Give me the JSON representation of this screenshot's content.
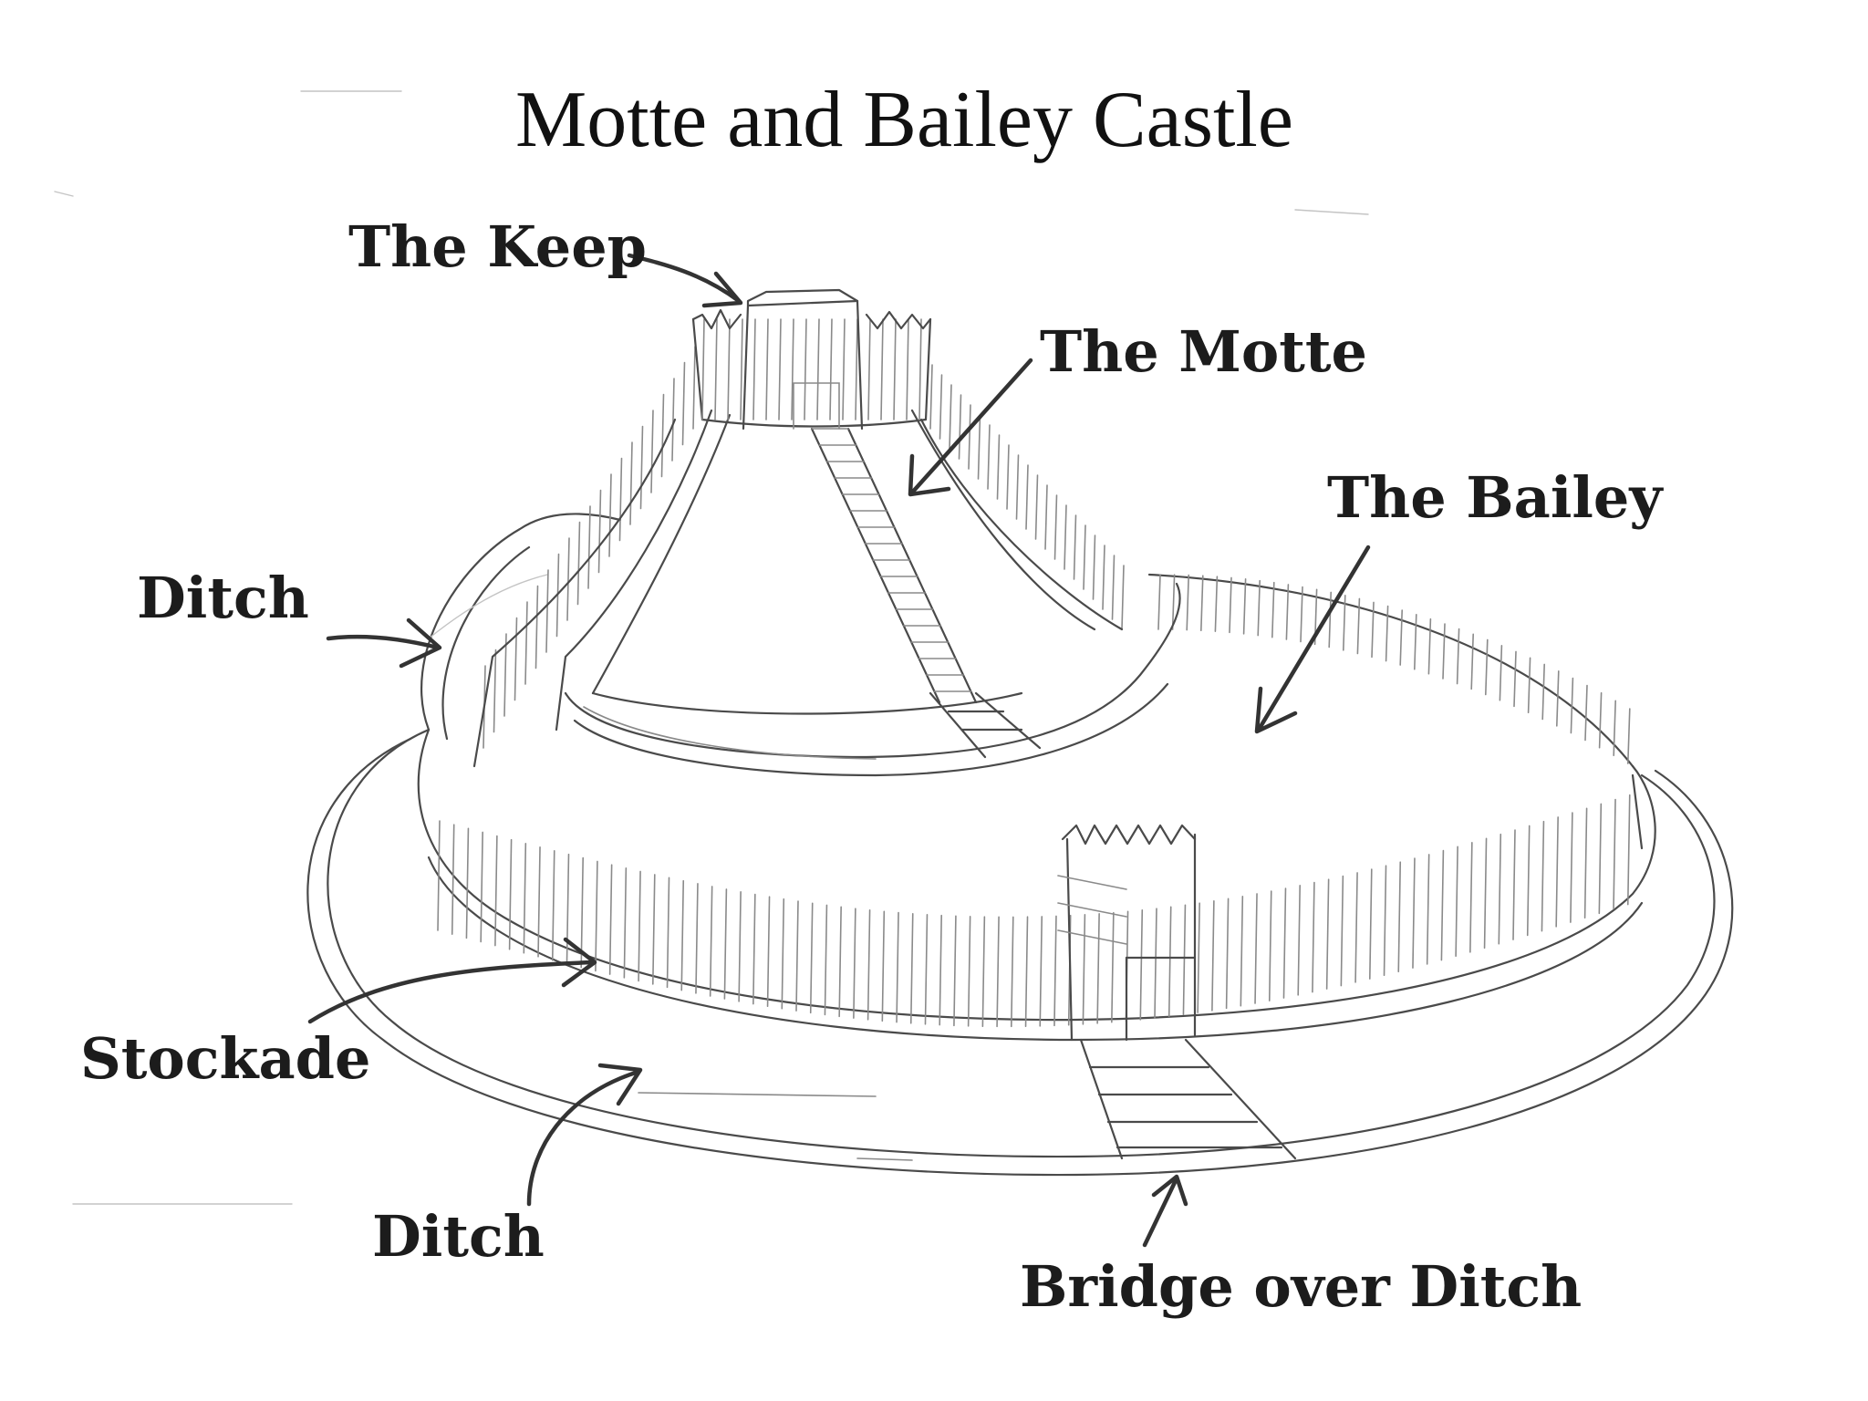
{
  "title": "Motte and Bailey Castle",
  "labels": {
    "keep": "The Keep",
    "motte": "The Motte",
    "bailey": "The Bailey",
    "ditch_upper": "Ditch",
    "stockade": "Stockade",
    "ditch_lower": "Ditch",
    "bridge": "Bridge over Ditch"
  },
  "colors": {
    "pencil": "#4a4a4a",
    "text": "#1c1c1c",
    "background": "#ffffff"
  }
}
